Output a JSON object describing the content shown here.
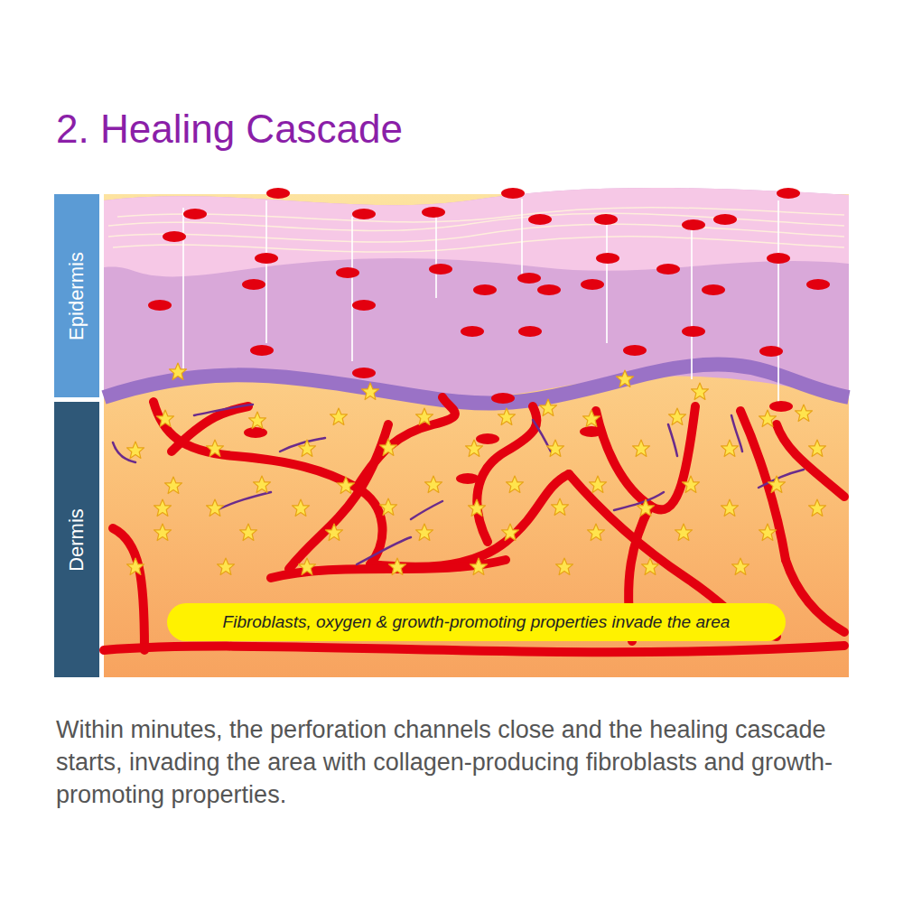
{
  "diagram": {
    "title": "2. Healing Cascade",
    "caption": "Within minutes, the perforation channels close and the healing cascade starts, invading the area with collagen-producing fibroblasts and growth-promoting properties.",
    "nodes": [
      {
        "text": [
          "Epidermis"
        ]
      },
      {
        "text": [
          "Dermis"
        ]
      },
      {
        "text": [
          "Fibroblasts, oxygen & growth-promoting properties invade the area"
        ]
      }
    ]
  }
}
